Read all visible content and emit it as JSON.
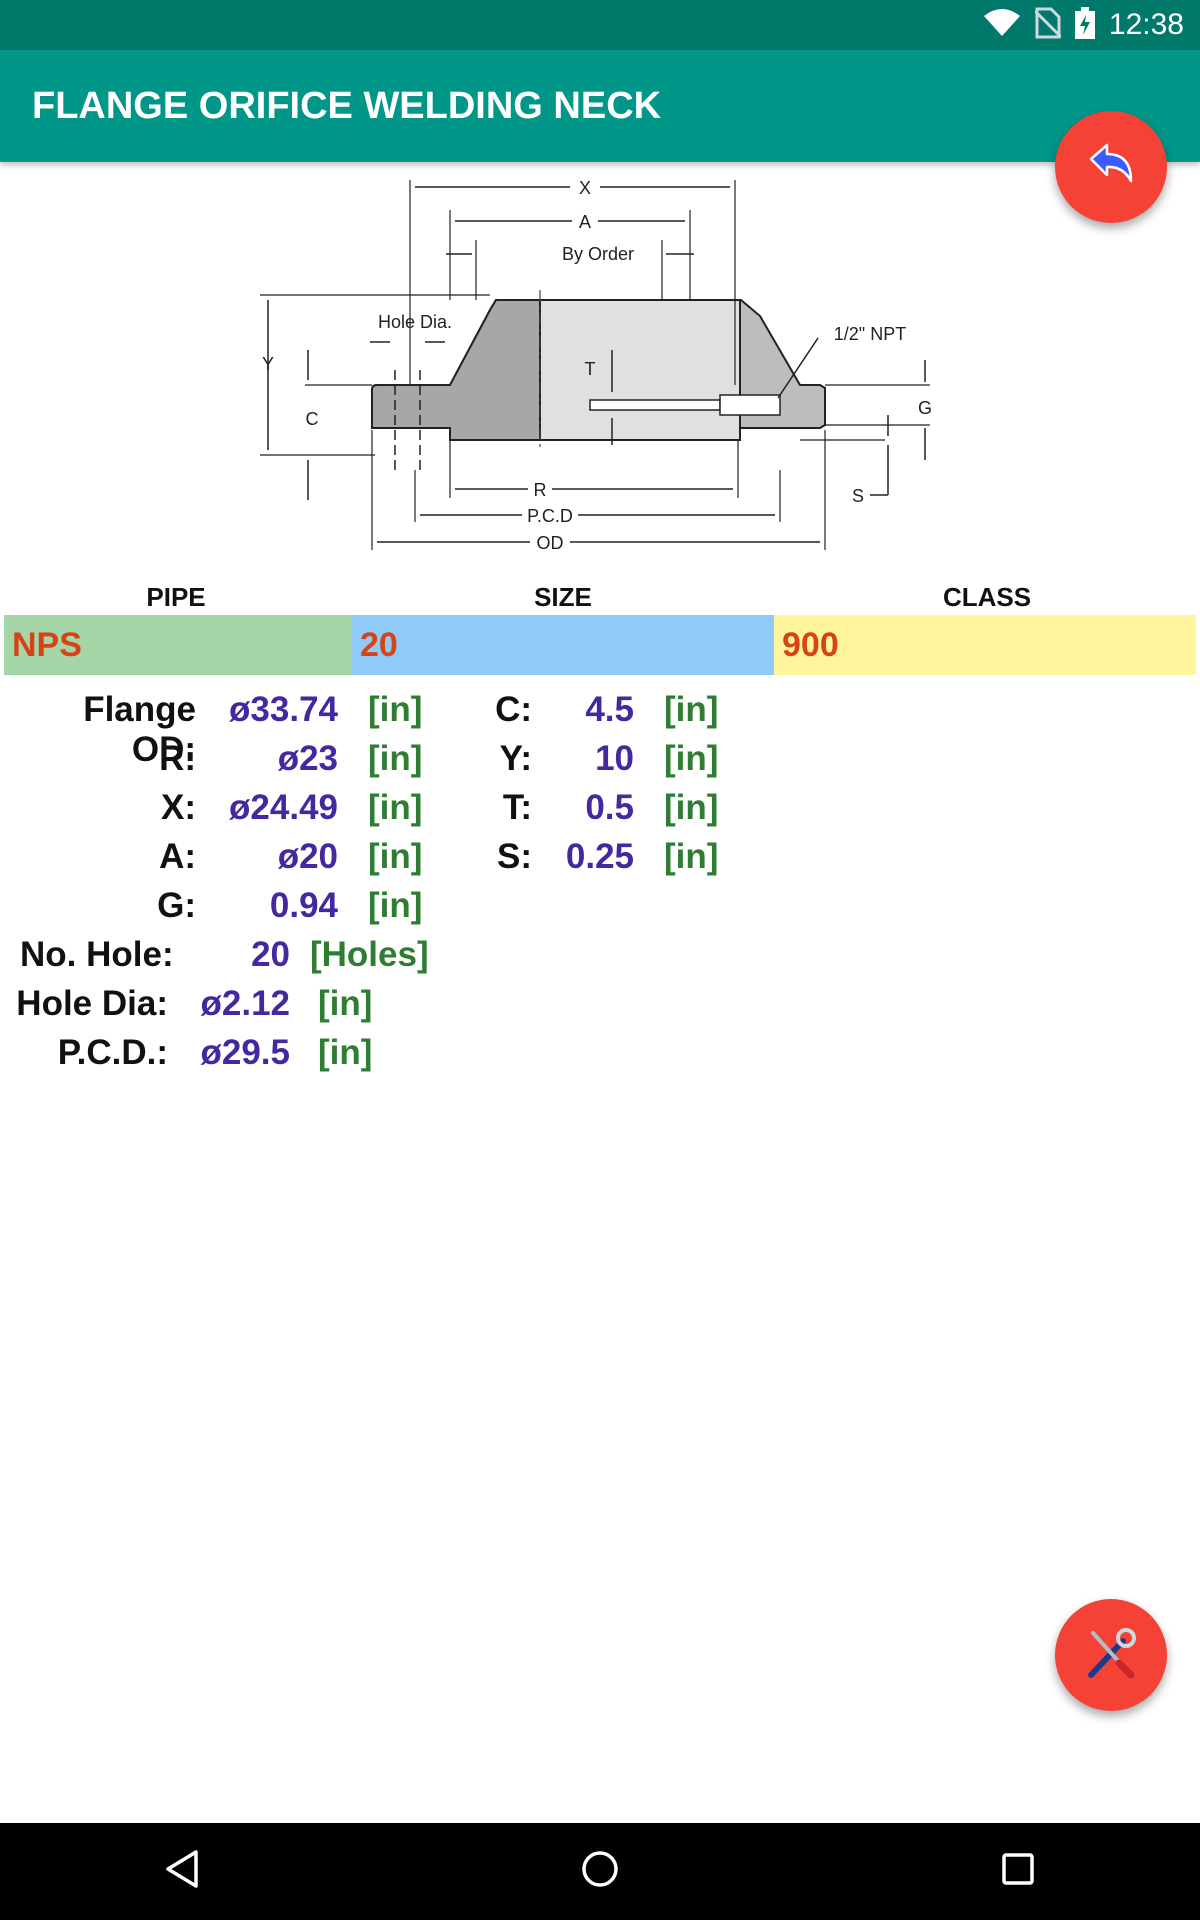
{
  "status": {
    "time": "12:38"
  },
  "app_bar": {
    "title": "FLANGE ORIFICE WELDING NECK"
  },
  "diagram": {
    "labels": {
      "x": "X",
      "a": "A",
      "by_order": "By Order",
      "hole_dia": "Hole Dia.",
      "npt": "1/2\" NPT",
      "y": "Y",
      "c": "C",
      "t": "T",
      "g": "G",
      "r": "R",
      "s": "S",
      "pcd": "P.C.D",
      "od": "OD"
    }
  },
  "selector": {
    "headers": {
      "pipe": "PIPE",
      "size": "SIZE",
      "class": "CLASS"
    },
    "pipe": "NPS",
    "size": "20",
    "class": "900",
    "colors": {
      "pipe": "#a5d6a7",
      "size": "#90caf9",
      "class": "#fff59d"
    }
  },
  "results": {
    "left": [
      {
        "label": "Flange OD:",
        "value": "ø33.74",
        "unit": "[in]"
      },
      {
        "label": "R:",
        "value": "ø23",
        "unit": "[in]"
      },
      {
        "label": "X:",
        "value": "ø24.49",
        "unit": "[in]"
      },
      {
        "label": "A:",
        "value": "ø20",
        "unit": "[in]"
      },
      {
        "label": "G:",
        "value": "0.94",
        "unit": "[in]"
      }
    ],
    "right": [
      {
        "label": "C:",
        "value": "4.5",
        "unit": "[in]"
      },
      {
        "label": "Y:",
        "value": "10",
        "unit": "[in]"
      },
      {
        "label": "T:",
        "value": "0.5",
        "unit": "[in]"
      },
      {
        "label": "S:",
        "value": "0.25",
        "unit": "[in]"
      }
    ],
    "extra": [
      {
        "label": "No. Hole:",
        "value": "20",
        "unit": "[Holes]"
      },
      {
        "label": "Hole Dia:",
        "value": "ø2.12",
        "unit": "[in]"
      },
      {
        "label": "P.C.D.:",
        "value": "ø29.5",
        "unit": "[in]"
      }
    ]
  },
  "icons": {
    "back": "reply-arrow-icon",
    "tools": "tools-icon",
    "nav_back": "triangle-back-icon",
    "nav_home": "circle-home-icon",
    "nav_recent": "square-recent-icon"
  }
}
